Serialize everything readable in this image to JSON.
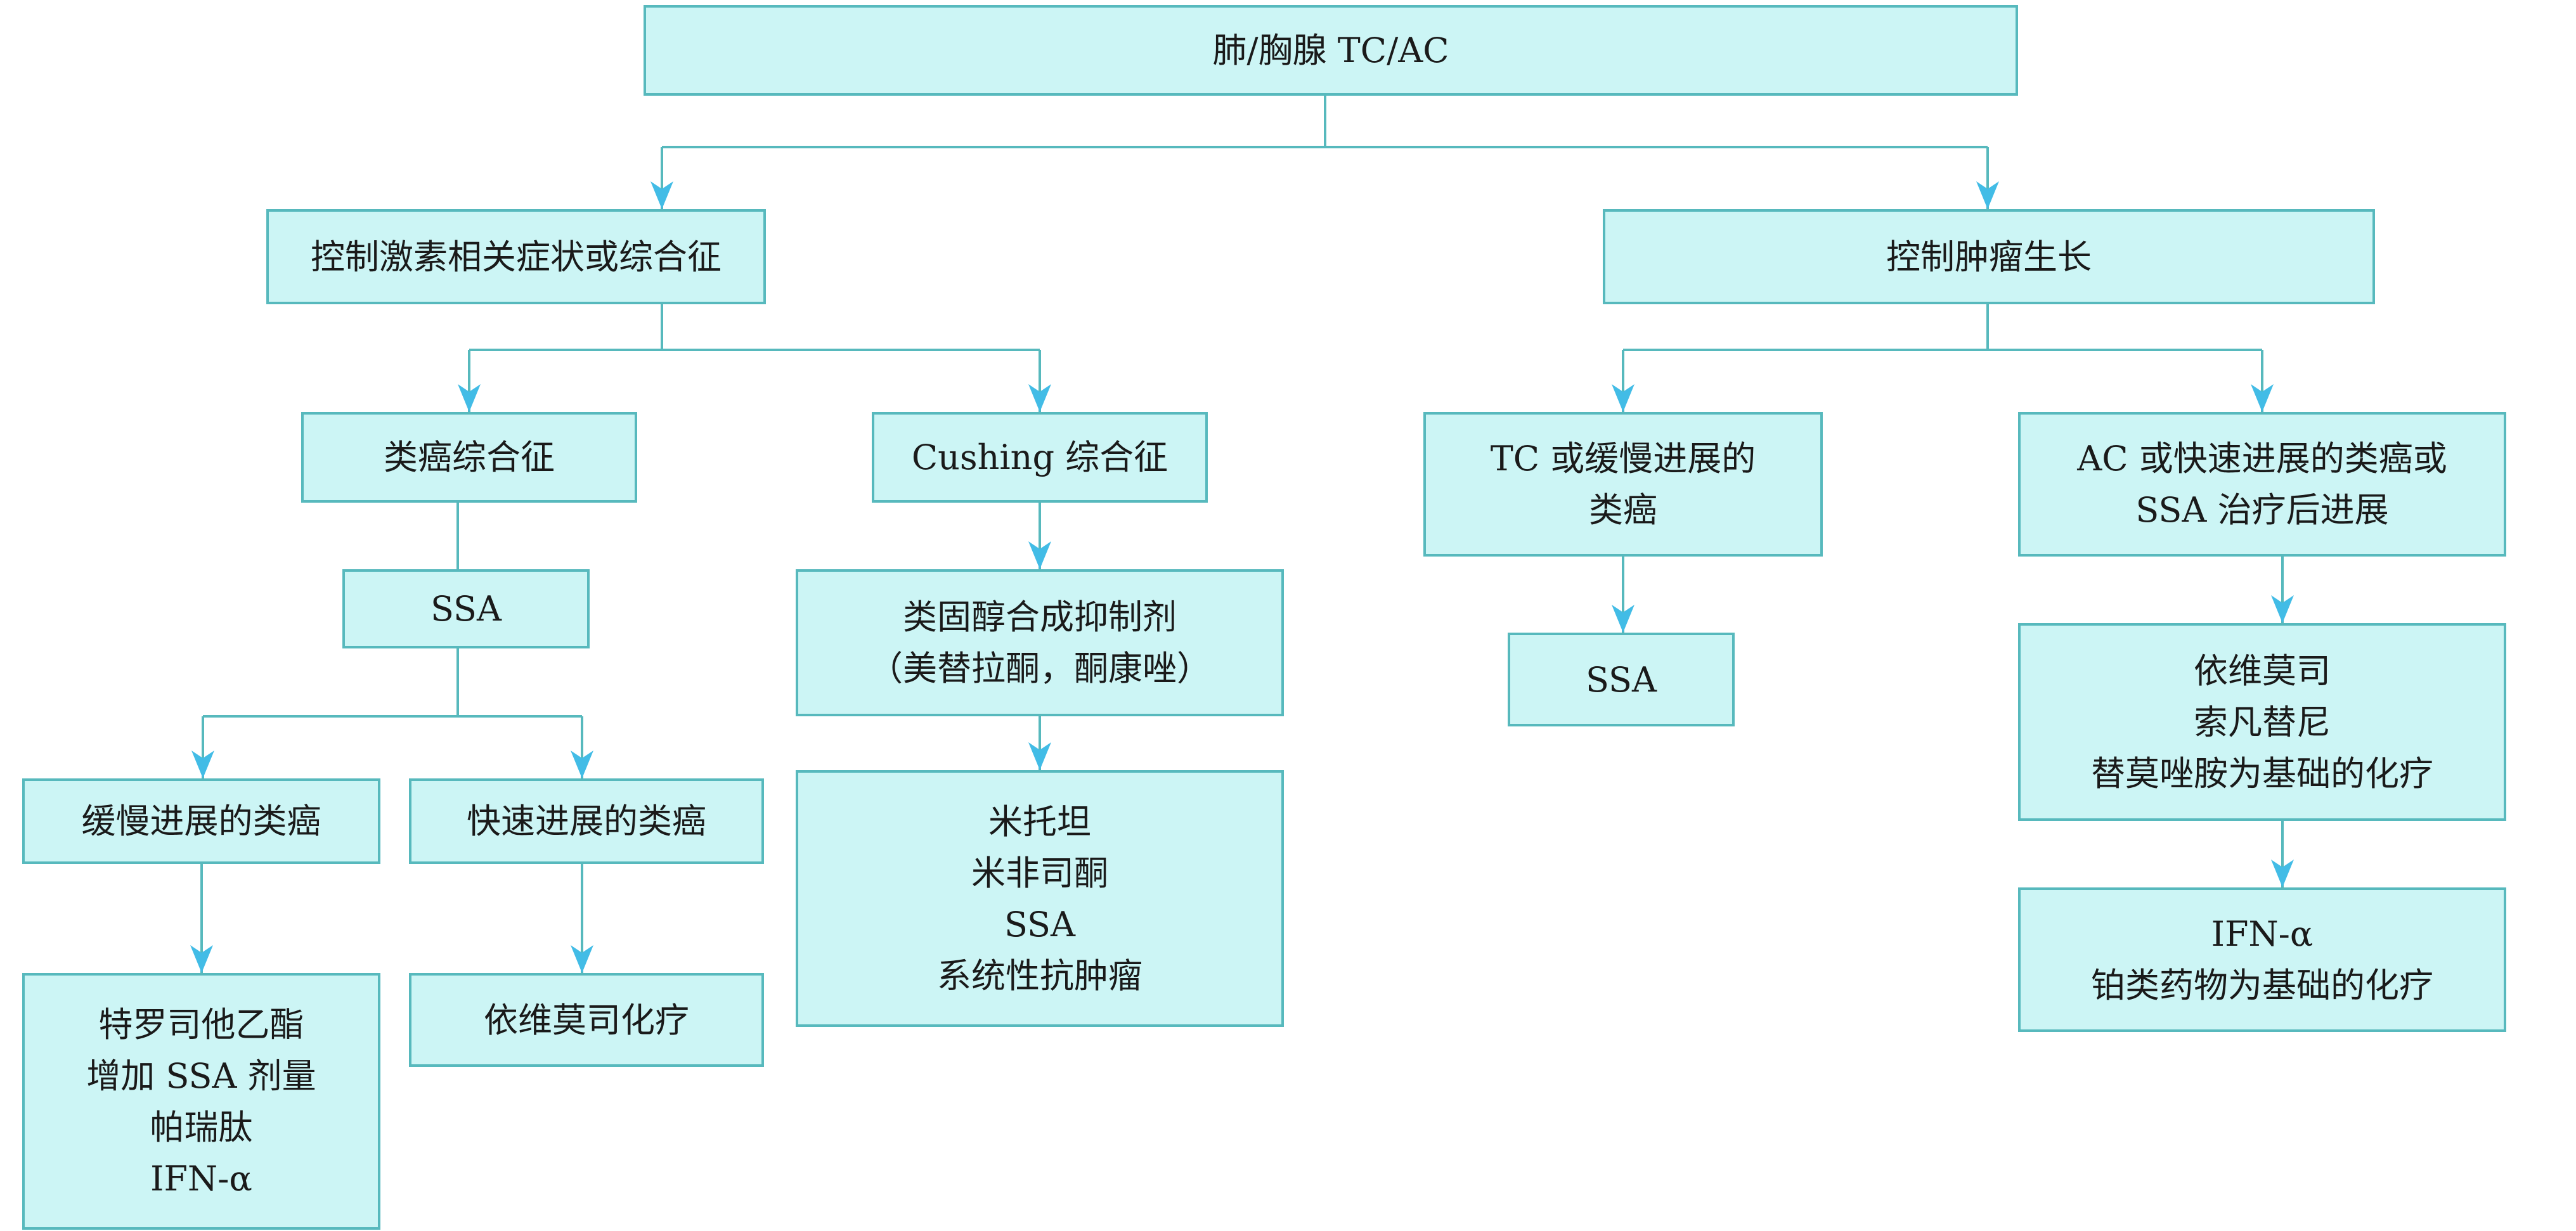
{
  "colors": {
    "box_fill": "#ccf5f5",
    "box_border": "#57b9bd",
    "connector": "#57b9bd",
    "arrowhead": "#42bce6"
  },
  "nodes": {
    "root": [
      "肺/胸腺 TC/AC"
    ],
    "hormone": [
      "控制激素相关症状或综合征"
    ],
    "tumor": [
      "控制肿瘤生长"
    ],
    "carcinoid_syndrome": [
      "类癌综合征"
    ],
    "cushing": [
      "Cushing 综合征"
    ],
    "tc_slow": [
      "TC 或缓慢进展的",
      "类癌"
    ],
    "ac_fast": [
      "AC 或快速进展的类癌或",
      "SSA 治疗后进展"
    ],
    "ssa_left": [
      "SSA"
    ],
    "steroid_inhibitor": [
      "类固醇合成抑制剂",
      "（美替拉酮，酮康唑）"
    ],
    "ssa_right": [
      "SSA"
    ],
    "everolimus_group": [
      "依维莫司",
      "索凡替尼",
      "替莫唑胺为基础的化疗"
    ],
    "slow_carcinoid": [
      "缓慢进展的类癌"
    ],
    "fast_carcinoid": [
      "快速进展的类癌"
    ],
    "cushing_drugs": [
      "米托坦",
      "米非司酮",
      "SSA",
      "系统性抗肿瘤"
    ],
    "ifn_platinum": [
      "IFN-α",
      "铂类药物为基础的化疗"
    ],
    "slow_treatments": [
      "特罗司他乙酯",
      "增加 SSA 剂量",
      "帕瑞肽",
      "IFN-α"
    ],
    "everolimus_chemo": [
      "依维莫司化疗"
    ]
  }
}
